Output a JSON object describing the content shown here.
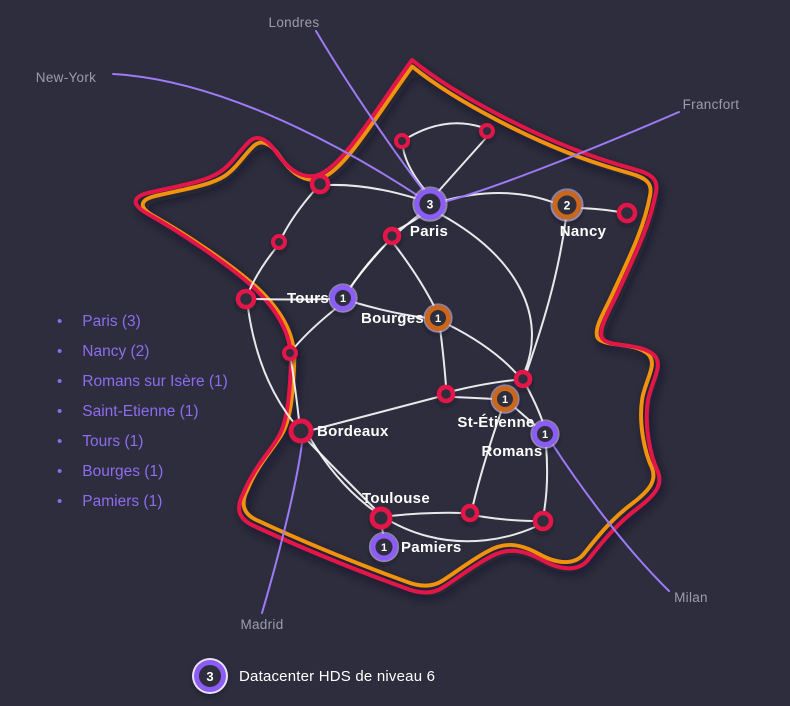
{
  "colors": {
    "background": "#2e2d3d",
    "outline_red": "#e4164a",
    "outline_orange": "#f2930d",
    "node_red": "#e4164a",
    "link_white": "#f7f7fa",
    "external_link_purple": "#9d7bf7",
    "list_text_purple": "#8d6cf0",
    "badge_ring_purple": "#8b5cf6",
    "badge_ring_orange": "#c9671d",
    "external_label_gray": "#9d9caa",
    "city_label_white": "#ffffff"
  },
  "external_cities": [
    {
      "name": "Londres"
    },
    {
      "name": "New-York"
    },
    {
      "name": "Francfort"
    },
    {
      "name": "Milan"
    },
    {
      "name": "Madrid"
    }
  ],
  "map": {
    "cities": [
      {
        "name": "Paris",
        "count": "3",
        "ring": "#8b5cf6"
      },
      {
        "name": "Nancy",
        "count": "2",
        "ring": "#c9671d"
      },
      {
        "name": "Tours",
        "count": "1",
        "ring": "#8b5cf6"
      },
      {
        "name": "Bourges",
        "count": "1",
        "ring": "#c9671d"
      },
      {
        "name": "St-Étienne",
        "count": "1",
        "ring": "#c9671d"
      },
      {
        "name": "Romans",
        "count": "1",
        "ring": "#8b5cf6"
      },
      {
        "name": "Pamiers",
        "count": "1",
        "ring": "#8b5cf6"
      },
      {
        "name": "Bordeaux"
      },
      {
        "name": "Toulouse"
      }
    ]
  },
  "list": {
    "items": [
      {
        "label": "Paris (3)"
      },
      {
        "label": "Nancy (2)"
      },
      {
        "label": "Romans sur Isère (1)"
      },
      {
        "label": "Saint-Etienne (1)"
      },
      {
        "label": "Tours (1)"
      },
      {
        "label": "Bourges (1)"
      },
      {
        "label": "Pamiers (1)"
      }
    ]
  },
  "legend": {
    "count": "3",
    "label": "Datacenter HDS de niveau 6"
  }
}
